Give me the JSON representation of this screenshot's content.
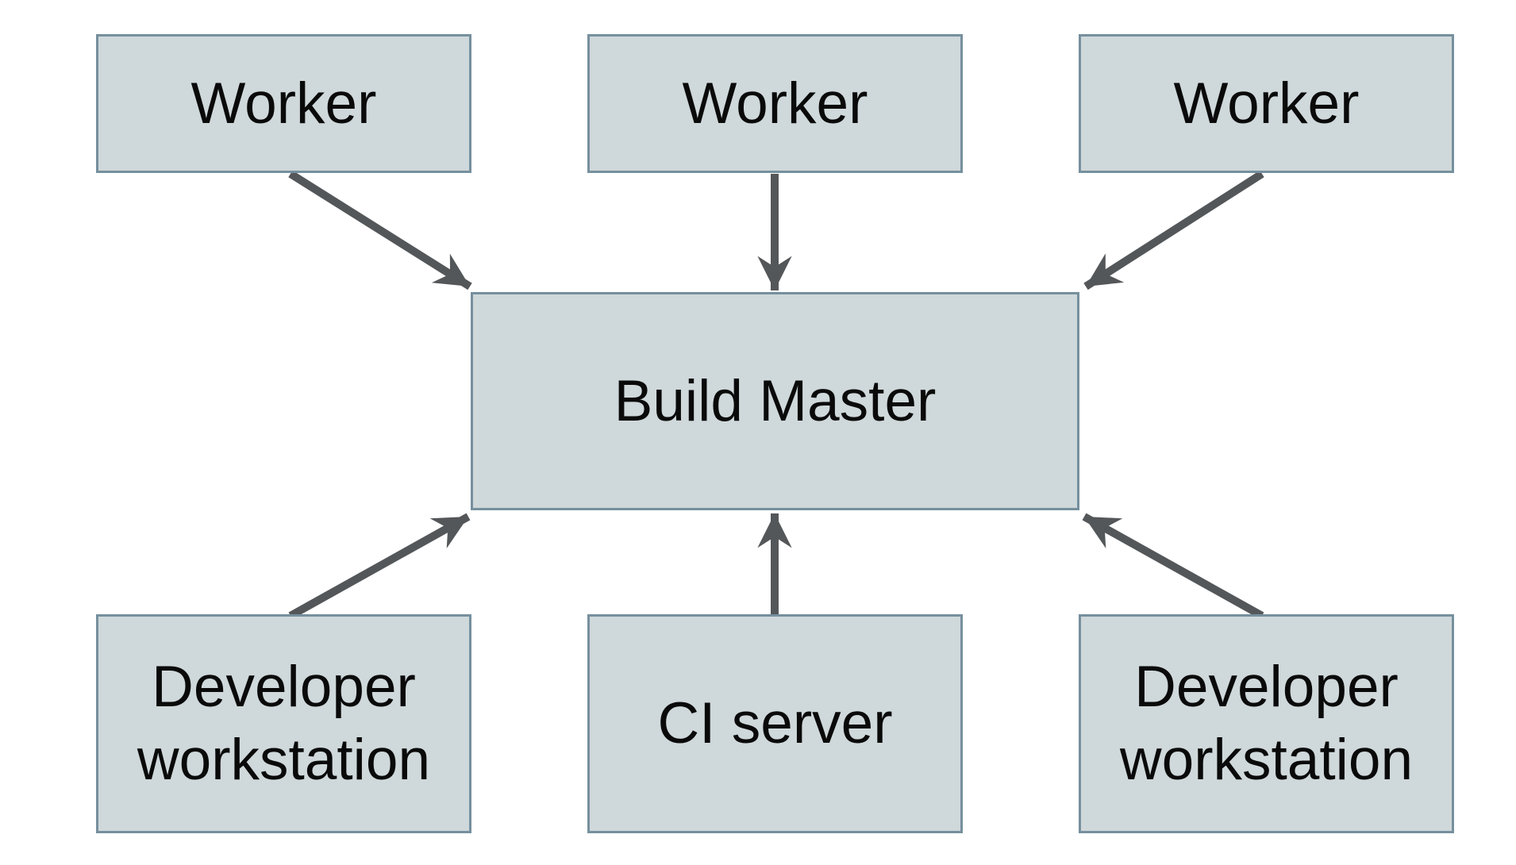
{
  "diagram": {
    "title": "",
    "colors": {
      "background": "#ffffff",
      "box_fill": "#cfd8da",
      "box_border": "#76909e",
      "arrow_color": "#545759",
      "text_color": "#0a0a0a"
    },
    "nodes": {
      "worker_left": {
        "label": "Worker"
      },
      "worker_middle": {
        "label": "Worker"
      },
      "worker_right": {
        "label": "Worker"
      },
      "build_master": {
        "label": "Build Master"
      },
      "dev_left": {
        "label": "Developer workstation"
      },
      "ci_server": {
        "label": "CI server"
      },
      "dev_right": {
        "label": "Developer workstation"
      }
    },
    "edges": [
      {
        "from": "worker_left",
        "to": "build_master",
        "direction": "into-build-master"
      },
      {
        "from": "worker_middle",
        "to": "build_master",
        "direction": "into-build-master"
      },
      {
        "from": "worker_right",
        "to": "build_master",
        "direction": "into-build-master"
      },
      {
        "from": "dev_left",
        "to": "build_master",
        "direction": "into-build-master"
      },
      {
        "from": "ci_server",
        "to": "build_master",
        "direction": "into-build-master"
      },
      {
        "from": "dev_right",
        "to": "build_master",
        "direction": "into-build-master"
      }
    ]
  }
}
